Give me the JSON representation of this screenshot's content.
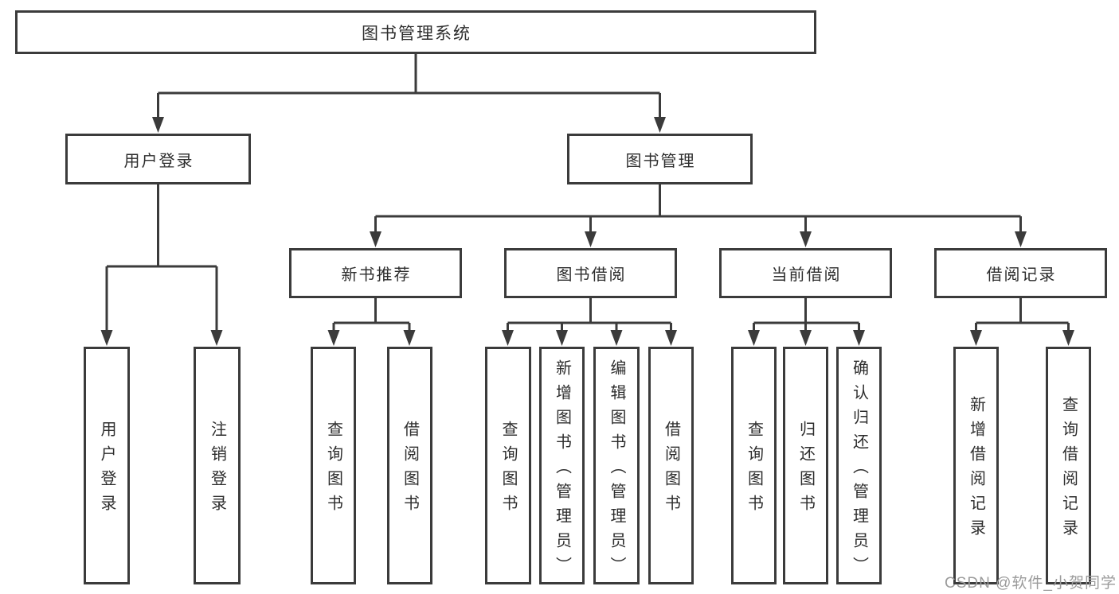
{
  "diagram": {
    "root": {
      "label": "图书管理系统"
    },
    "level2": [
      "用户登录",
      "图书管理"
    ],
    "level3": [
      "新书推荐",
      "图书借阅",
      "当前借阅",
      "借阅记录"
    ],
    "leaves": {
      "user_login": [
        "用户登录",
        "注销登录"
      ],
      "new_book_rec": [
        "查询图书",
        "借阅图书"
      ],
      "book_borrow": [
        "查询图书",
        "新增图书（管理员）",
        "编辑图书（管理员）",
        "借阅图书"
      ],
      "current_borrow": [
        "查询图书",
        "归还图书",
        "确认归还（管理员）"
      ],
      "borrow_records": [
        "新增借阅记录",
        "查询借阅记录"
      ]
    }
  },
  "watermark": {
    "text": "CSDN @软件_小贺同学",
    "color": "#9b9b9b"
  },
  "colors": {
    "line": "#3b3b3b",
    "text": "#2d2d2d",
    "background": "#ffffff"
  }
}
